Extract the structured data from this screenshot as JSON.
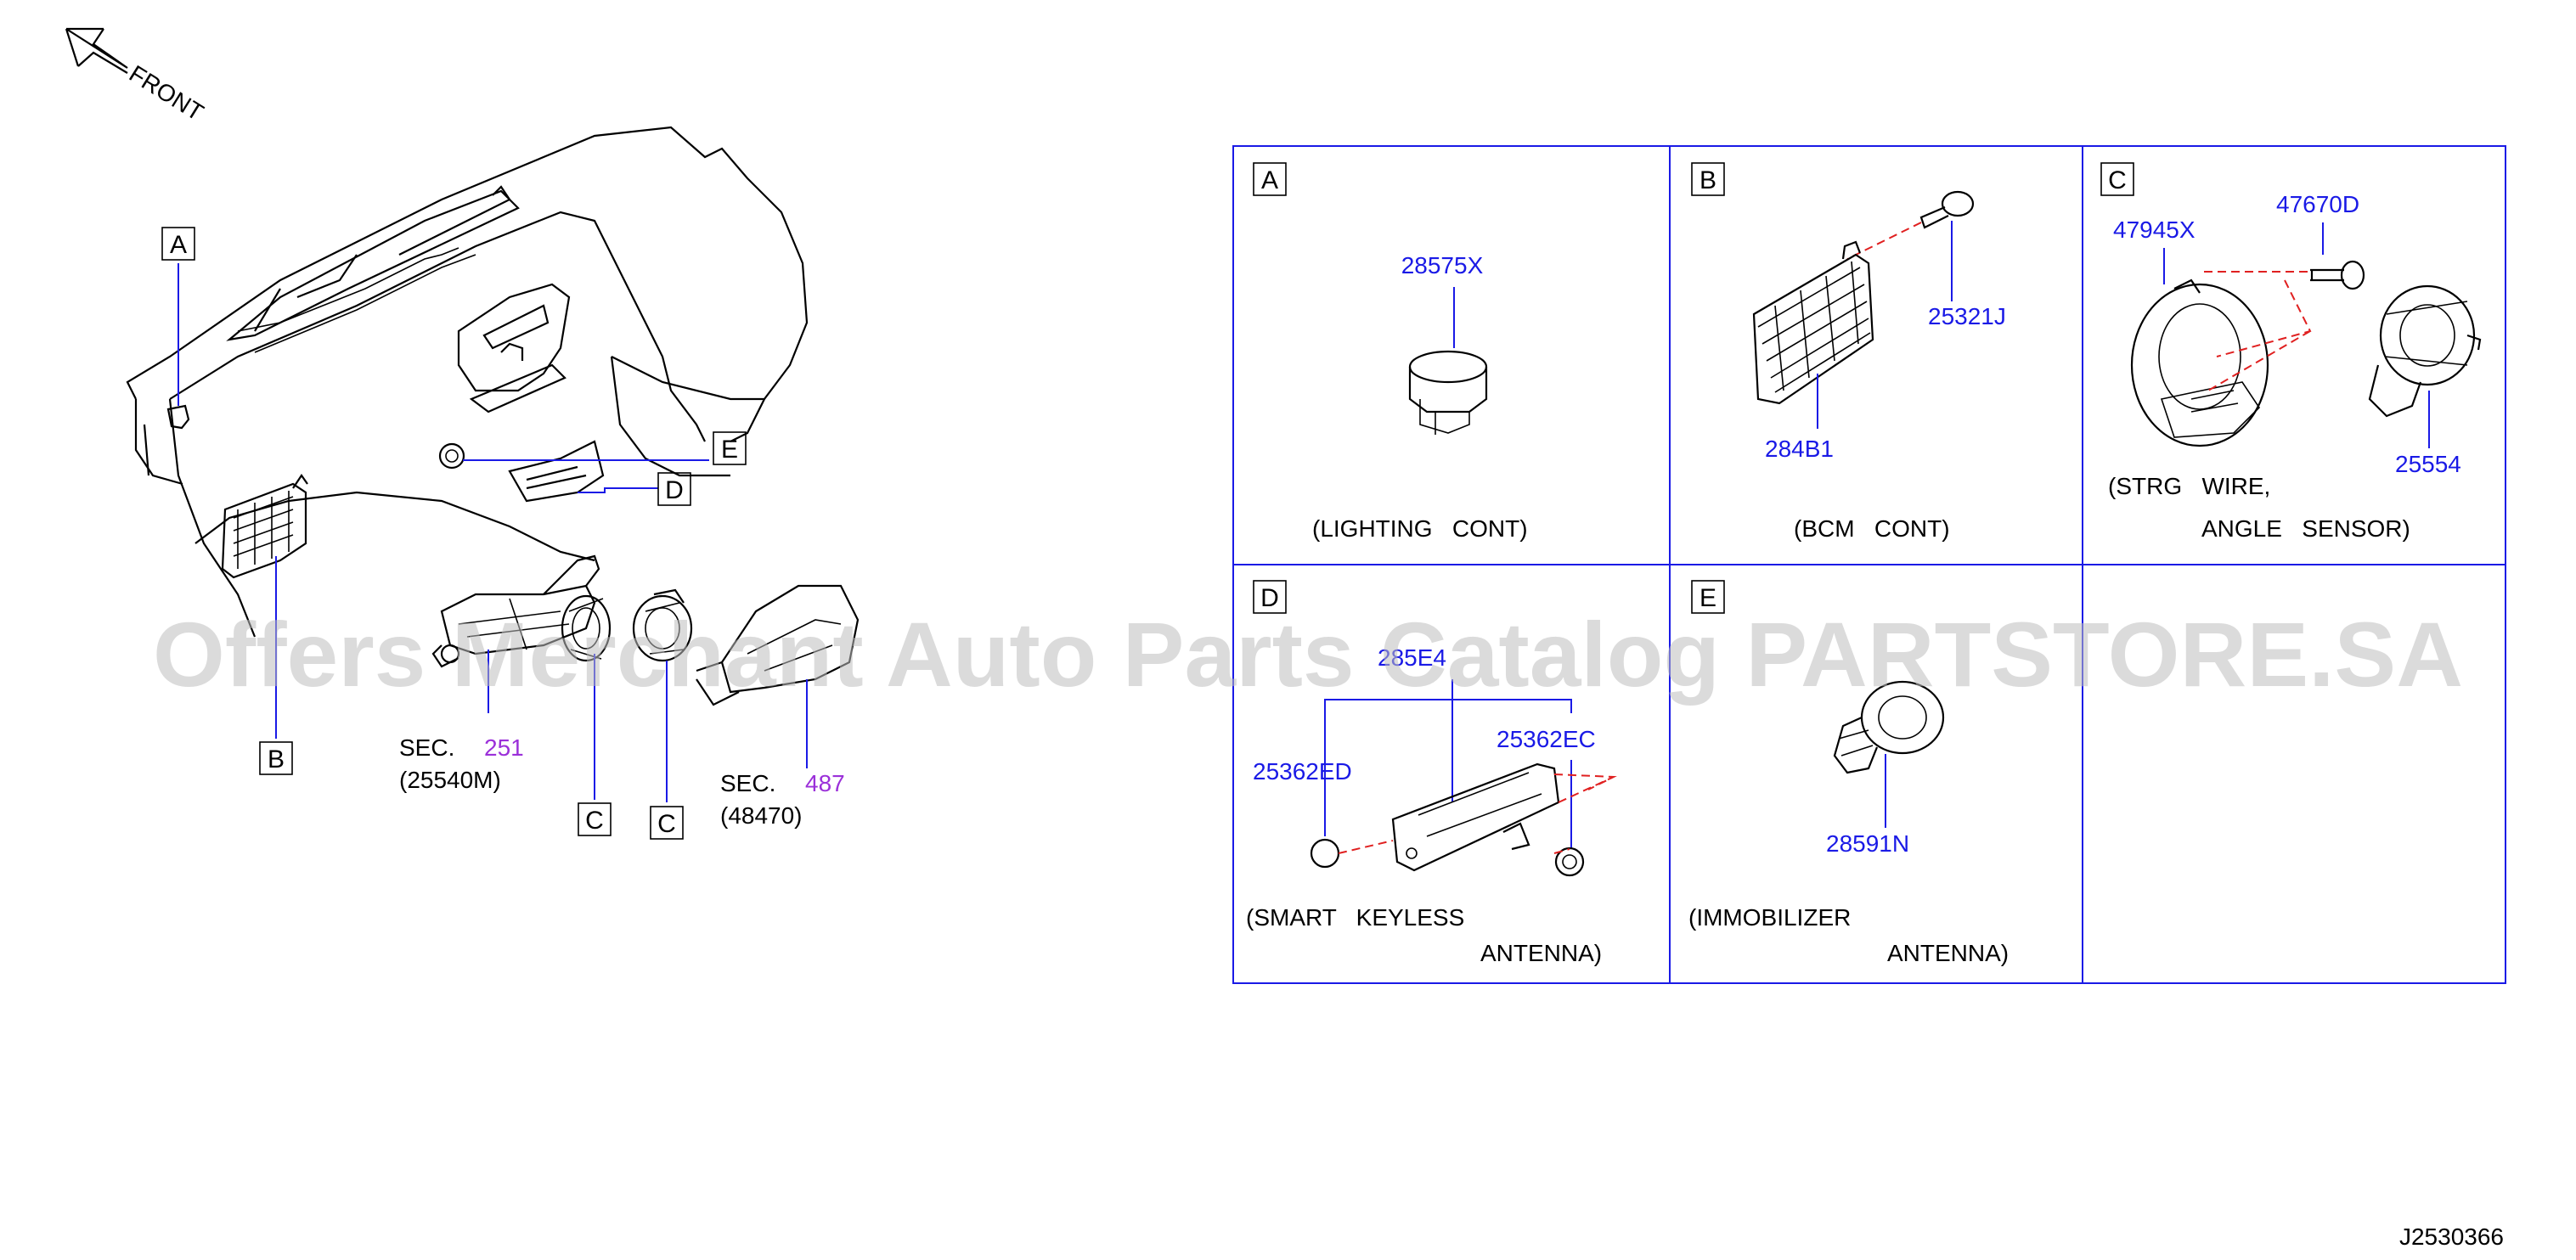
{
  "front_label": "FRONT",
  "diagram_id": "J2530366",
  "watermark": "Offers Merchant Auto Parts Catalog PARTSTORE.SA",
  "overview": {
    "callouts": {
      "a": "A",
      "b": "B",
      "c1": "C",
      "c2": "C",
      "d": "D",
      "e": "E"
    },
    "sec_251": {
      "sec": "SEC.",
      "num": "251",
      "part": "(25540M)"
    },
    "sec_487": {
      "sec": "SEC.",
      "num": "487",
      "part": "(48470)"
    }
  },
  "panels": {
    "a": {
      "letter": "A",
      "part": "28575X",
      "caption1": "(LIGHTING   CONT)"
    },
    "b": {
      "letter": "B",
      "part_bolt": "25321J",
      "part_module": "284B1",
      "caption1": "(BCM   CONT)"
    },
    "c": {
      "letter": "C",
      "part_sensor": "47945X",
      "part_screw": "47670D",
      "part_clock": "25554",
      "caption1": "(STRG   WIRE,",
      "caption2": "ANGLE   SENSOR)"
    },
    "d": {
      "letter": "D",
      "part_top": "285E4",
      "part_left": "25362ED",
      "part_right": "25362EC",
      "caption1": "(SMART   KEYLESS",
      "caption2": "ANTENNA)"
    },
    "e": {
      "letter": "E",
      "part": "28591N",
      "caption1": "(IMMOBILIZER",
      "caption2": "ANTENNA)"
    }
  }
}
